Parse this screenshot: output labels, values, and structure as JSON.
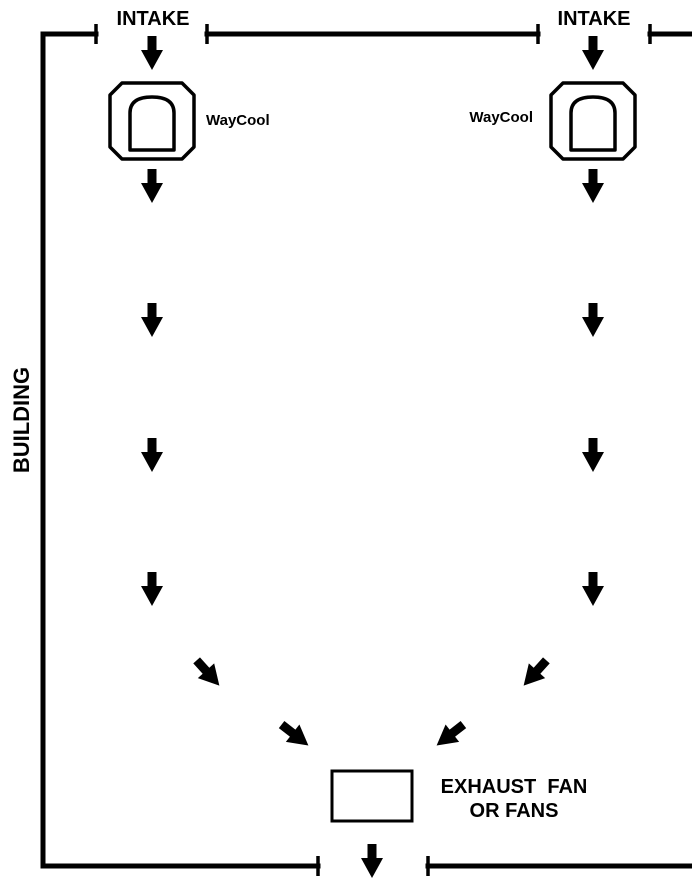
{
  "diagram": {
    "building_label": "BUILDING",
    "intakes": [
      {
        "label": "INTAKE",
        "unit_label": "WayCool"
      },
      {
        "label": "INTAKE",
        "unit_label": "WayCool"
      }
    ],
    "exhaust": {
      "line1": "EXHAUST  FAN",
      "line2": "OR FANS"
    }
  },
  "colors": {
    "ink": "#000000",
    "background": "#ffffff"
  },
  "icons": [
    "airflow-arrow-icon",
    "cooler-unit-icon",
    "exhaust-fan-icon"
  ]
}
